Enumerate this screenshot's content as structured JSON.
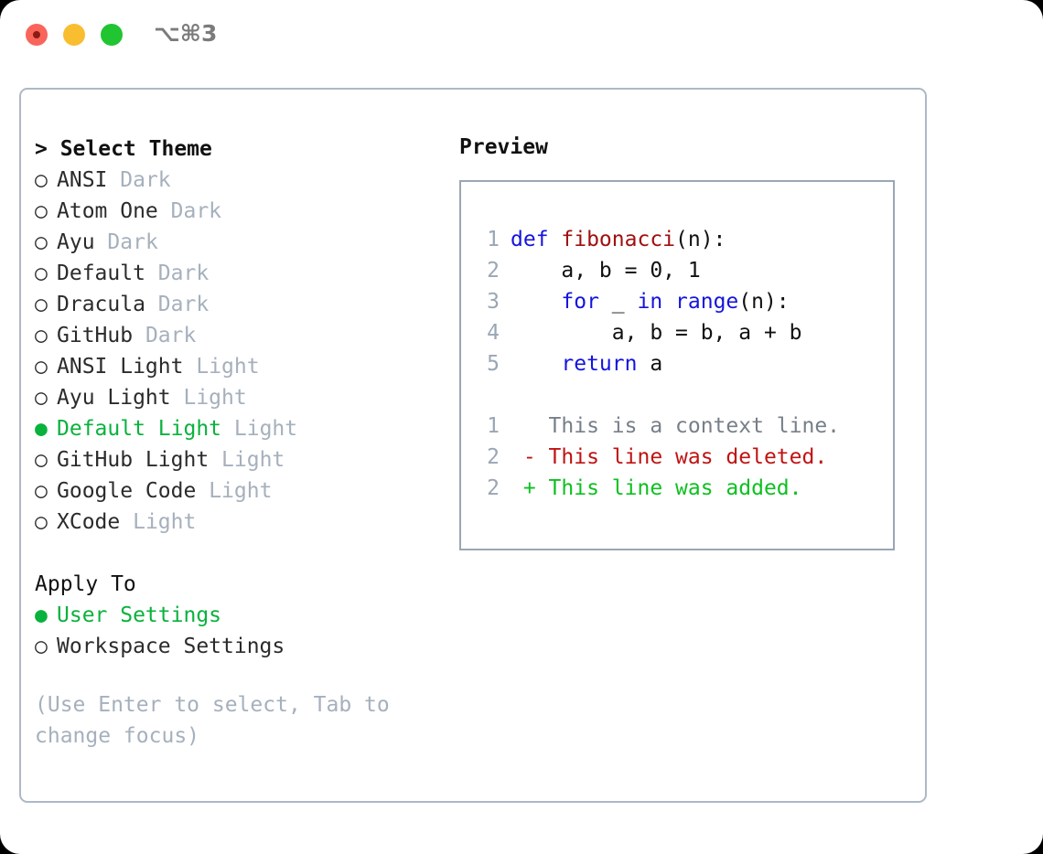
{
  "titlebar": {
    "shortcut": "⌥⌘3",
    "buttons": [
      "close",
      "minimize",
      "maximize"
    ]
  },
  "theme_picker": {
    "heading": "> Select Theme",
    "marker_unselected": "○",
    "marker_selected": "●",
    "items": [
      {
        "marker": "○",
        "name": "ANSI",
        "tag": "Dark",
        "selected": false
      },
      {
        "marker": "○",
        "name": "Atom One",
        "tag": "Dark",
        "selected": false
      },
      {
        "marker": "○",
        "name": "Ayu",
        "tag": "Dark",
        "selected": false
      },
      {
        "marker": "○",
        "name": "Default",
        "tag": "Dark",
        "selected": false
      },
      {
        "marker": "○",
        "name": "Dracula",
        "tag": "Dark",
        "selected": false
      },
      {
        "marker": "○",
        "name": "GitHub",
        "tag": "Dark",
        "selected": false
      },
      {
        "marker": "○",
        "name": "ANSI Light",
        "tag": "Light",
        "selected": false
      },
      {
        "marker": "○",
        "name": "Ayu Light",
        "tag": "Light",
        "selected": false
      },
      {
        "marker": "●",
        "name": "Default Light",
        "tag": "Light",
        "selected": true
      },
      {
        "marker": "○",
        "name": "GitHub Light",
        "tag": "Light",
        "selected": false
      },
      {
        "marker": "○",
        "name": "Google Code",
        "tag": "Light",
        "selected": false
      },
      {
        "marker": "○",
        "name": "XCode",
        "tag": "Light",
        "selected": false
      }
    ]
  },
  "apply_to": {
    "heading": "Apply To",
    "items": [
      {
        "marker": "●",
        "name": "User Settings",
        "selected": true
      },
      {
        "marker": "○",
        "name": "Workspace Settings",
        "selected": false
      }
    ]
  },
  "hint": "(Use Enter to select, Tab to change focus)",
  "preview": {
    "title": "Preview",
    "code_lines": [
      {
        "num": "1",
        "tokens": [
          {
            "t": "def ",
            "c": "kw"
          },
          {
            "t": "fibonacci",
            "c": "fn"
          },
          {
            "t": "(n):",
            "c": "txt"
          }
        ]
      },
      {
        "num": "2",
        "tokens": [
          {
            "t": "    a, b = 0, 1",
            "c": "txt"
          }
        ]
      },
      {
        "num": "3",
        "tokens": [
          {
            "t": "    for",
            "c": "kw"
          },
          {
            "t": " _ ",
            "c": "txt"
          },
          {
            "t": "in range",
            "c": "kw"
          },
          {
            "t": "(n):",
            "c": "txt"
          }
        ]
      },
      {
        "num": "4",
        "tokens": [
          {
            "t": "        a, b = b, a + b",
            "c": "txt"
          }
        ]
      },
      {
        "num": "5",
        "tokens": [
          {
            "t": "    return",
            "c": "kw"
          },
          {
            "t": " a",
            "c": "txt"
          }
        ]
      }
    ],
    "diff_lines": [
      {
        "num": "1",
        "sign": " ",
        "text": "This is a context line.",
        "kind": "ctx"
      },
      {
        "num": "2",
        "sign": "-",
        "text": "This line was deleted.",
        "kind": "del"
      },
      {
        "num": "2",
        "sign": "+",
        "text": "This line was added.",
        "kind": "add"
      }
    ]
  },
  "colors": {
    "accent_green": "#09b23c",
    "muted": "#a6b0bd",
    "border": "#aeb8c6",
    "preview_border": "#9aa6b5",
    "keyword": "#1414dd",
    "function": "#a10f0f",
    "deleted": "#c01313",
    "added": "#0ec020",
    "traffic_red": "#f9655b",
    "traffic_yellow": "#f9bd30",
    "traffic_green": "#21c431"
  }
}
